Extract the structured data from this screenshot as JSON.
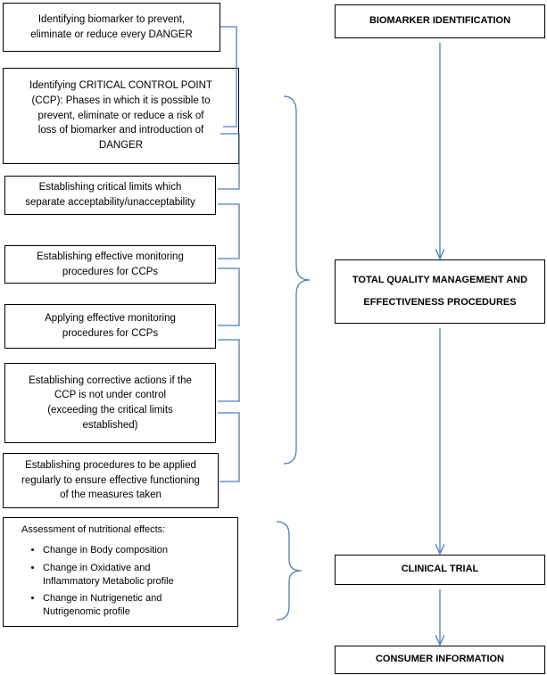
{
  "steps": [
    {
      "lines": [
        "Identifying biomarker to prevent,",
        "eliminate or reduce every DANGER"
      ]
    },
    {
      "lines": [
        "Identifying CRITICAL CONTROL POINT",
        "(CCP): Phases in which it is possible to",
        "prevent, eliminate or reduce a risk of",
        "loss of biomarker and introduction of",
        "DANGER"
      ]
    },
    {
      "lines": [
        "Establishing critical limits which",
        "separate acceptability/unacceptability"
      ]
    },
    {
      "lines": [
        "Establishing effective monitoring",
        "procedures for CCPs"
      ]
    },
    {
      "lines": [
        "Applying effective monitoring",
        "procedures for CCPs"
      ]
    },
    {
      "lines": [
        "Establishing corrective actions if the",
        "CCP is not under control",
        "(exceeding the critical limits",
        "established)"
      ]
    },
    {
      "lines": [
        "Establishing procedures to be applied",
        "regularly to ensure effective functioning",
        "of the measures taken"
      ]
    }
  ],
  "assessment": {
    "heading": "Assessment of nutritional effects:",
    "items": [
      {
        "lines": [
          "Change in Body composition"
        ]
      },
      {
        "lines": [
          "Change in Oxidative and",
          "Inflammatory Metabolic profile"
        ]
      },
      {
        "lines": [
          "Change in Nutrigenetic and",
          "Nutrigenomic profile"
        ]
      }
    ]
  },
  "stages": [
    {
      "lines": [
        "BIOMARKER IDENTIFICATION"
      ]
    },
    {
      "lines": [
        "TOTAL QUALITY MANAGEMENT AND",
        "EFFECTIVENESS PROCEDURES"
      ]
    },
    {
      "lines": [
        "CLINICAL TRIAL"
      ]
    },
    {
      "lines": [
        "CONSUMER INFORMATION"
      ]
    }
  ],
  "colors": {
    "connector": "#4a7ebb",
    "box_border": "#000000"
  }
}
